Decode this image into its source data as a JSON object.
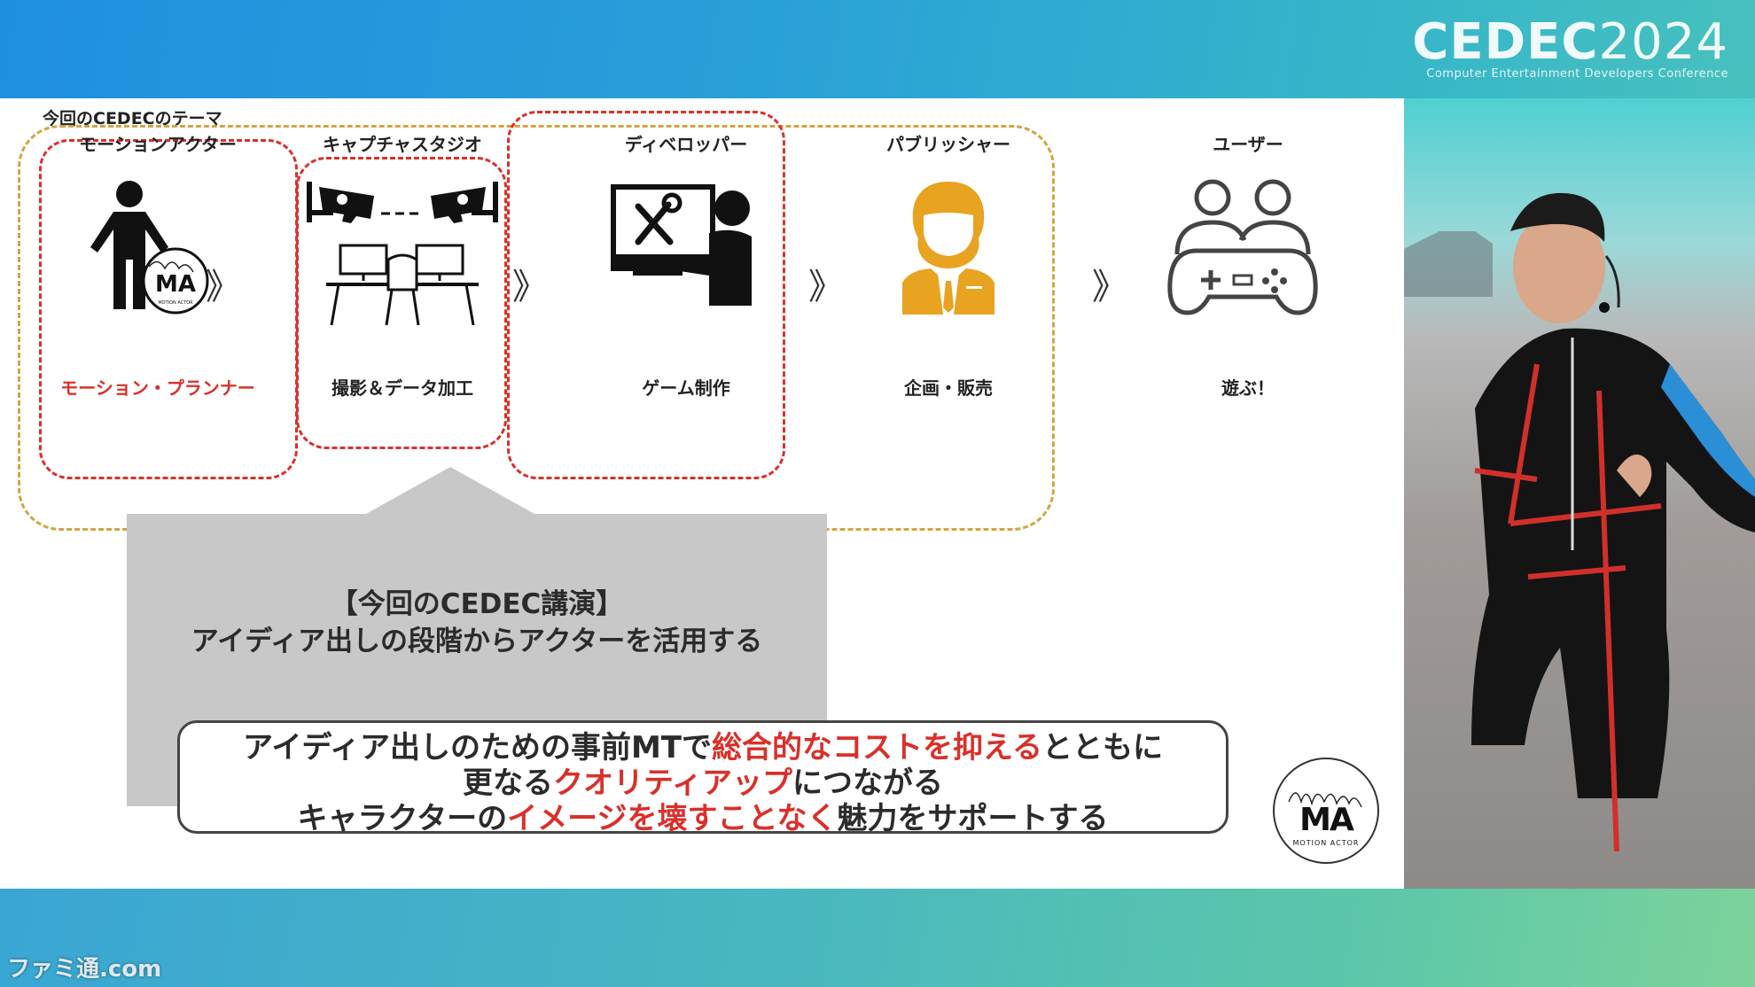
{
  "brand": {
    "logo_main": "CEDEC",
    "logo_year": "2024",
    "tagline": "Computer Entertainment Developers Conference"
  },
  "watermark": "ファミ通.com",
  "slide": {
    "title": "今回のCEDECのテーマ",
    "stages": [
      {
        "label": "モーションアクター",
        "sub": "モーション・プランナー",
        "icon": "person-icon"
      },
      {
        "label": "キャプチャスタジオ",
        "sub": "撮影＆データ加工",
        "icon": "capture-studio-icon"
      },
      {
        "label": "ディベロッパー",
        "sub": "ゲーム制作",
        "icon": "developer-icon"
      },
      {
        "label": "パブリッシャー",
        "sub": "企画・販売",
        "icon": "publisher-icon"
      },
      {
        "label": "ユーザー",
        "sub": "遊ぶ！",
        "icon": "gamepad-users-icon"
      }
    ],
    "chevron": "》",
    "callout": {
      "line1": "【今回のCEDEC講演】",
      "line2": "アイディア出しの段階からアクターを活用する"
    },
    "summary": {
      "l1a": "アイディア出しのための事前MTで",
      "l1b": "総合的なコストを抑える",
      "l1c": "とともに",
      "l2a": "更なる",
      "l2b": "クオリティアップ",
      "l2c": "につながる",
      "l3a": "キャラクターの",
      "l3b": "イメージを壊すことなく",
      "l3c": "魅力をサポートする"
    },
    "badge": {
      "mark": "MA",
      "text": "MOTION ACTOR"
    },
    "colors": {
      "accent_red": "#d9302b",
      "frame_gold": "#d4a441",
      "publisher_gold": "#e8a321"
    }
  }
}
